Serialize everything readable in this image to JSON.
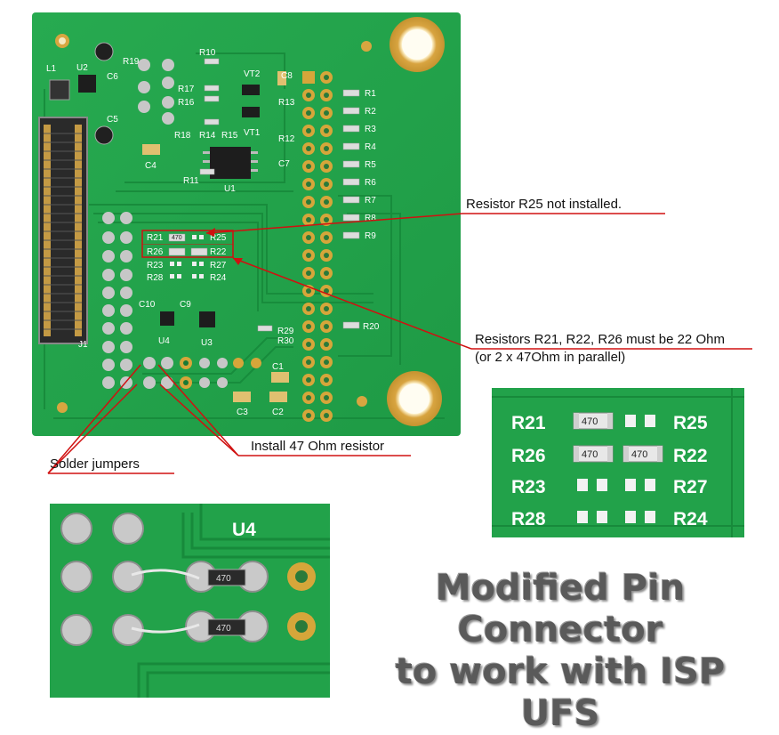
{
  "colors": {
    "pcb_green": "#22a24a",
    "pcb_dark": "#158a38",
    "trace": "#1a9040",
    "gold": "#d6a63a",
    "silkscreen": "#ffffff",
    "annotation_line": "#d01010"
  },
  "board_labels": {
    "l1": "L1",
    "u2": "U2",
    "r19": "R19",
    "c6": "C6",
    "r10": "R10",
    "c5": "C5",
    "r17": "R17",
    "r16": "R16",
    "vt2": "VT2",
    "c8": "C8",
    "r13": "R13",
    "vt1": "VT1",
    "r18": "R18",
    "r14": "R14",
    "r15": "R15",
    "r12": "R12",
    "c4": "C4",
    "c7": "C7",
    "r11": "R11",
    "u1": "U1",
    "r1": "R1",
    "r2": "R2",
    "r3": "R3",
    "r4": "R4",
    "r5": "R5",
    "r6": "R6",
    "r7": "R7",
    "r8": "R8",
    "r9": "R9",
    "r21": "R21",
    "r25": "R25",
    "r26": "R26",
    "r22": "R22",
    "r23": "R23",
    "r27": "R27",
    "r28": "R28",
    "r24": "R24",
    "c10": "C10",
    "c9": "C9",
    "u4": "U4",
    "u3": "U3",
    "r29": "R29",
    "r30": "R30",
    "r20": "R20",
    "c1": "C1",
    "c3": "C3",
    "c2": "C2",
    "j1": "J1",
    "resistor_marking": "470"
  },
  "annotations": {
    "r25": "Resistor R25 not installed.",
    "r21_r22_r26_line1": "Resistors R21, R22, R26 must be 22 Ohm",
    "r21_r22_r26_line2": "(or 2 x 47Ohm in parallel)",
    "install": "Install 47 Ohm resistor",
    "jumpers": "Solder jumpers"
  },
  "zoom_right_labels": {
    "r21": "R21",
    "r25": "R25",
    "r26": "R26",
    "r22": "R22",
    "r23": "R23",
    "r27": "R27",
    "r28": "R28",
    "r24": "R24"
  },
  "zoom_bottom_labels": {
    "u4": "U4"
  },
  "title": {
    "line1": "Modified Pin Connector",
    "line2": "to work with ISP UFS"
  }
}
